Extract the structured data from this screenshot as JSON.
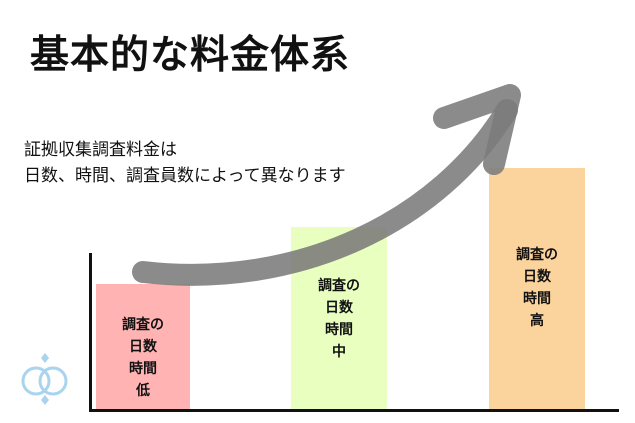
{
  "title": "基本的な料金体系",
  "description": {
    "line1": "証拠収集調査料金は",
    "line2": "日数、時間、調査員数によって異なります"
  },
  "bars": [
    {
      "lines": [
        "調査の",
        "日数",
        "時間",
        "低"
      ],
      "level": 0.39,
      "color": "#ffb3b3"
    },
    {
      "lines": [
        "調査の",
        "日数",
        "時間",
        "中"
      ],
      "level": 0.57,
      "color": "#e9ffbf"
    },
    {
      "lines": [
        "調査の",
        "日数",
        "時間",
        "高"
      ],
      "level": 0.76,
      "color": "#fbd39d"
    }
  ],
  "colors": {
    "arrow": "#7b7b7b",
    "axis": "#111111",
    "logo": "#a9d4ee"
  },
  "icons": {
    "arrow": "trend-arrow-icon",
    "logo": "rings-logo-icon"
  }
}
